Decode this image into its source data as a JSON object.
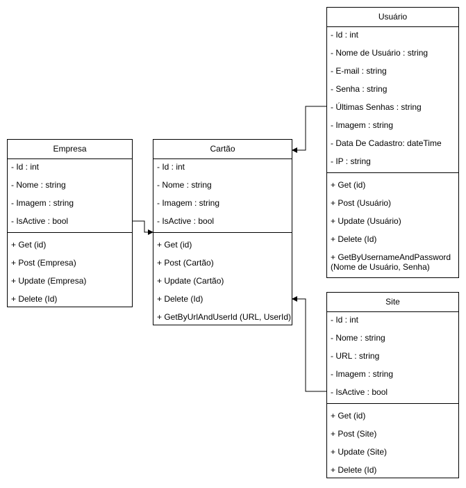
{
  "classes": {
    "usuario": {
      "title": "Usuário",
      "attributes": [
        "- Id : int",
        "- Nome de Usuário : string",
        "- E-mail : string",
        "- Senha : string",
        "- Últimas Senhas : string",
        "- Imagem : string",
        "- Data De Cadastro: dateTime",
        "- IP : string"
      ],
      "methods": [
        "+ Get (id)",
        "+ Post (Usuário)",
        "+ Update (Usuário)",
        "+ Delete (Id)",
        "+ GetByUsernameAndPassword (Nome de Usuário, Senha)"
      ]
    },
    "empresa": {
      "title": "Empresa",
      "attributes": [
        "- Id : int",
        "- Nome : string",
        "- Imagem : string",
        "- IsActive : bool"
      ],
      "methods": [
        "+ Get (id)",
        "+ Post (Empresa)",
        "+ Update (Empresa)",
        "+ Delete (Id)"
      ]
    },
    "cartao": {
      "title": "Cartão",
      "attributes": [
        "- Id : int",
        "- Nome : string",
        "- Imagem : string",
        "- IsActive : bool"
      ],
      "methods": [
        "+ Get (id)",
        "+ Post (Cartão)",
        "+ Update (Cartão)",
        "+ Delete (Id)",
        "+ GetByUrlAndUserId (URL, UserId)"
      ]
    },
    "site": {
      "title": "Site",
      "attributes": [
        "- Id : int",
        "- Nome : string",
        "- URL : string",
        "- Imagem : string",
        "- IsActive : bool"
      ],
      "methods": [
        "+ Get (id)",
        "+ Post (Site)",
        "+ Update (Site)",
        "+ Delete (Id)"
      ]
    }
  }
}
